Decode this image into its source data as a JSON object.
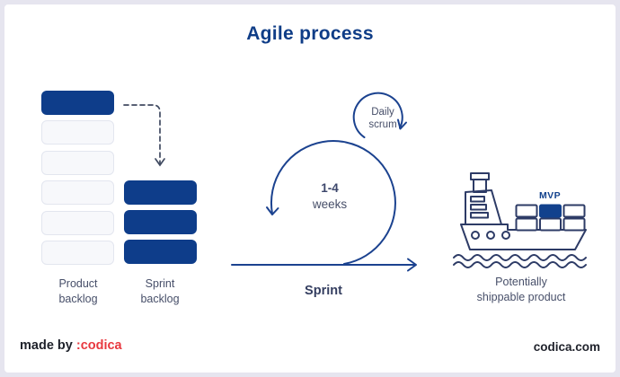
{
  "title": "Agile process",
  "colors": {
    "background": "#e6e5ef",
    "card_background": "#ffffff",
    "brand_navy": "#0e3d8a",
    "loop_stroke_navy": "#1b428f",
    "ship_outline_navy": "#2d3b66",
    "slate_text": "#474f69",
    "sprint_text": "#343e60",
    "red_accent": "#e8383f",
    "footer_text": "#1f222b",
    "dashed_arrow": "#404a61",
    "empty_box_fill": "#f7f8fb",
    "empty_box_border": "#e3e6ef"
  },
  "backlog": {
    "product": {
      "label_line1": "Product",
      "label_line2": "backlog",
      "boxes": [
        "filled",
        "empty",
        "empty",
        "empty",
        "empty",
        "empty"
      ]
    },
    "sprint": {
      "label_line1": "Sprint",
      "label_line2": "backlog",
      "boxes": [
        "filled",
        "filled",
        "filled"
      ]
    }
  },
  "loop": {
    "daily_line1": "Daily",
    "daily_line2": "scrum",
    "duration_value": "1-4",
    "duration_unit": "weeks",
    "axis_label": "Sprint"
  },
  "ship": {
    "mvp_label": "MVP",
    "caption_line1": "Potentially",
    "caption_line2": "shippable product",
    "containers": [
      [
        "outline",
        "filled",
        "outline"
      ],
      [
        "outline",
        "outline",
        "outline"
      ]
    ]
  },
  "footer": {
    "made_by": "made by ",
    "brand": ":codica",
    "website": "codica.com"
  }
}
